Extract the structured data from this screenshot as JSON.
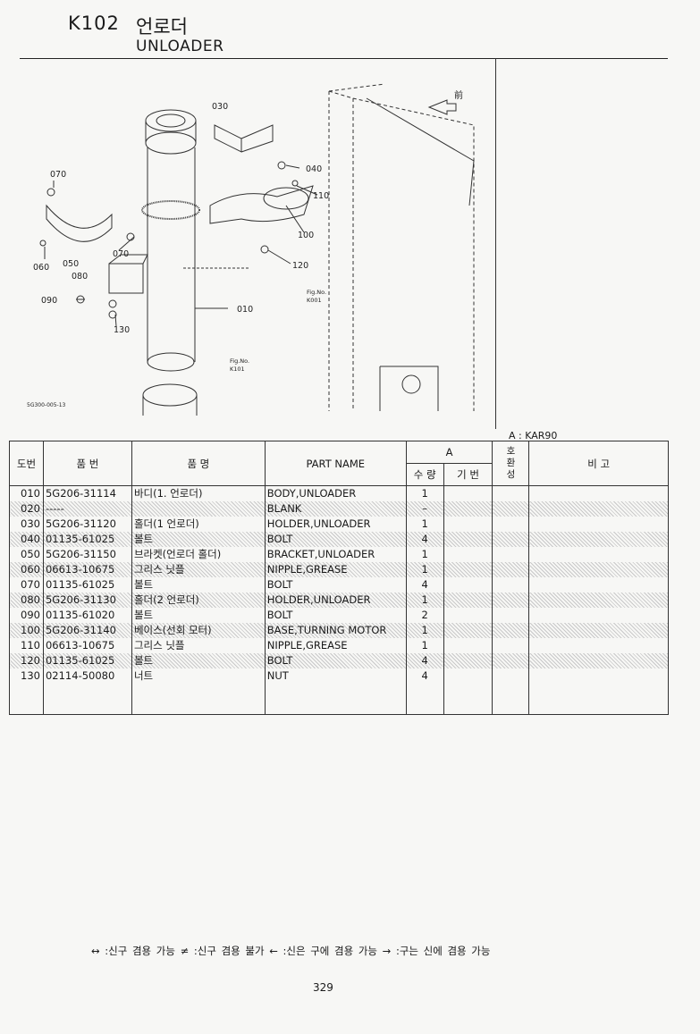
{
  "header": {
    "code": "K102",
    "title_kr": "언로더",
    "title_en": "UNLOADER"
  },
  "diagram": {
    "callouts": [
      "030",
      "040",
      "070",
      "110",
      "100",
      "120",
      "060",
      "050",
      "070",
      "080",
      "090",
      "130",
      "010"
    ],
    "front_mark": "前",
    "fig_ref_1": "Fig.No.",
    "fig_ref_1_val": "K001",
    "fig_ref_2": "Fig.No.",
    "fig_ref_2_val": "K101",
    "drawing_id": "5G300-005-13"
  },
  "model_note": "A : KAR90",
  "table": {
    "headers": {
      "no": "도번",
      "part_no": "품   번",
      "name_kr": "품          명",
      "name_en": "PART NAME",
      "group_a": "A",
      "qty": "수 량",
      "base_no": "기 번",
      "compat": "호\n환\n성",
      "remarks": "비     고"
    },
    "rows": [
      {
        "no": "010",
        "part_no": "5G206-31114",
        "name_kr": "바디(1. 언로더)",
        "name_en": "BODY,UNLOADER",
        "qty": "1",
        "shaded": false
      },
      {
        "no": "020",
        "part_no": "-----",
        "name_kr": "",
        "name_en": "BLANK",
        "qty": "–",
        "shaded": true
      },
      {
        "no": "030",
        "part_no": "5G206-31120",
        "name_kr": "홀더(1 언로더)",
        "name_en": "HOLDER,UNLOADER",
        "qty": "1",
        "shaded": false
      },
      {
        "no": "040",
        "part_no": "01135-61025",
        "name_kr": "볼트",
        "name_en": "BOLT",
        "qty": "4",
        "shaded": true
      },
      {
        "no": "050",
        "part_no": "5G206-31150",
        "name_kr": "브라켓(언로더 홀더)",
        "name_en": "BRACKET,UNLOADER",
        "qty": "1",
        "shaded": false
      },
      {
        "no": "060",
        "part_no": "06613-10675",
        "name_kr": "그리스 닛플",
        "name_en": "NIPPLE,GREASE",
        "qty": "1",
        "shaded": true
      },
      {
        "no": "070",
        "part_no": "01135-61025",
        "name_kr": "볼트",
        "name_en": "BOLT",
        "qty": "4",
        "shaded": false
      },
      {
        "no": "080",
        "part_no": "5G206-31130",
        "name_kr": "홀더(2 언로더)",
        "name_en": "HOLDER,UNLOADER",
        "qty": "1",
        "shaded": true
      },
      {
        "no": "090",
        "part_no": "01135-61020",
        "name_kr": "볼트",
        "name_en": "BOLT",
        "qty": "2",
        "shaded": false
      },
      {
        "no": "100",
        "part_no": "5G206-31140",
        "name_kr": "베이스(선회 모터)",
        "name_en": "BASE,TURNING MOTOR",
        "qty": "1",
        "shaded": true
      },
      {
        "no": "110",
        "part_no": "06613-10675",
        "name_kr": "그리스 닛플",
        "name_en": "NIPPLE,GREASE",
        "qty": "1",
        "shaded": false
      },
      {
        "no": "120",
        "part_no": "01135-61025",
        "name_kr": "볼트",
        "name_en": "BOLT",
        "qty": "4",
        "shaded": true
      },
      {
        "no": "130",
        "part_no": "02114-50080",
        "name_kr": "너트",
        "name_en": "NUT",
        "qty": "4",
        "shaded": false
      }
    ]
  },
  "legend": "↔ :신구 겸용 가능    ≠ :신구 겸용 불가    ← :신은 구에 겸용 가능    → :구는 신에 겸용 가능",
  "page_number": "329"
}
